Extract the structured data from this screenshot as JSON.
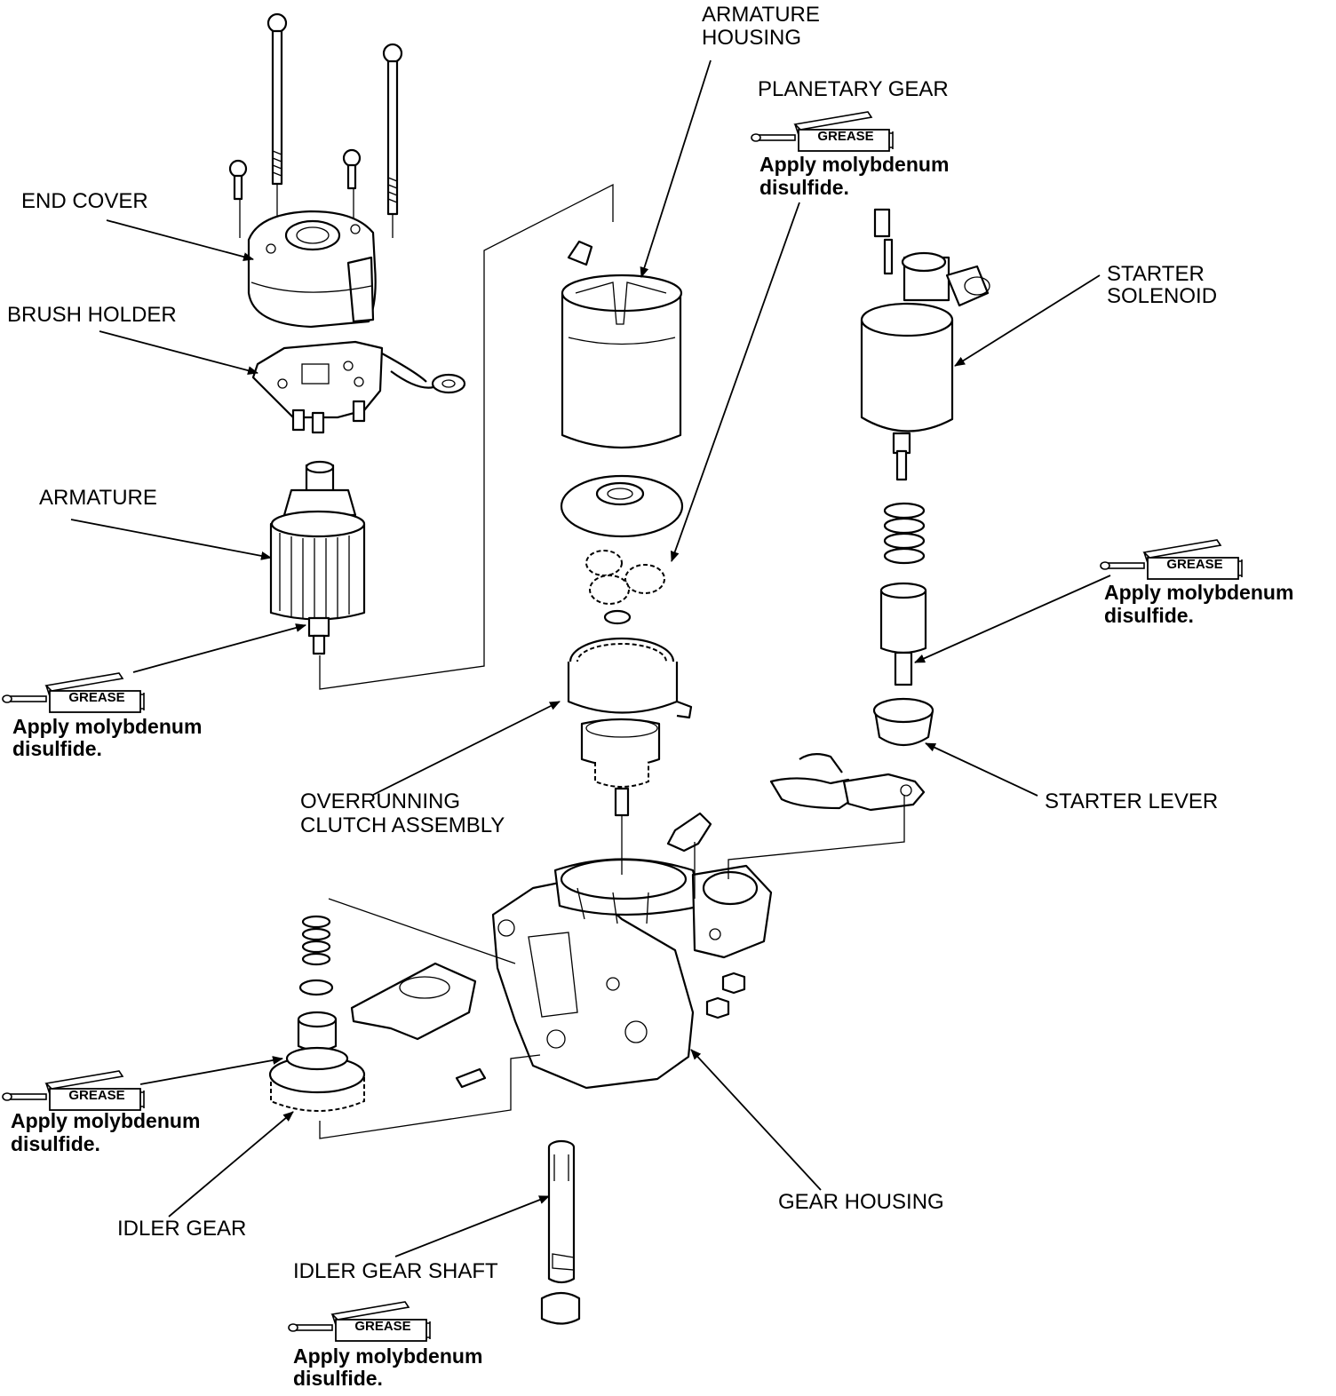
{
  "labels": {
    "armature_housing": [
      "ARMATURE",
      "HOUSING"
    ],
    "planetary_gear": "PLANETARY GEAR",
    "end_cover": "END COVER",
    "brush_holder": "BRUSH HOLDER",
    "armature": "ARMATURE",
    "starter_solenoid": [
      "STARTER",
      "SOLENOID"
    ],
    "overrunning_clutch": [
      "OVERRUNNING",
      "CLUTCH ASSEMBLY"
    ],
    "starter_lever": "STARTER LEVER",
    "gear_housing": "GEAR HOUSING",
    "idler_gear": "IDLER GEAR",
    "idler_gear_shaft": "IDLER GEAR SHAFT"
  },
  "grease_badge": "GREASE",
  "grease_note": [
    "Apply molybdenum",
    "disulfide."
  ]
}
